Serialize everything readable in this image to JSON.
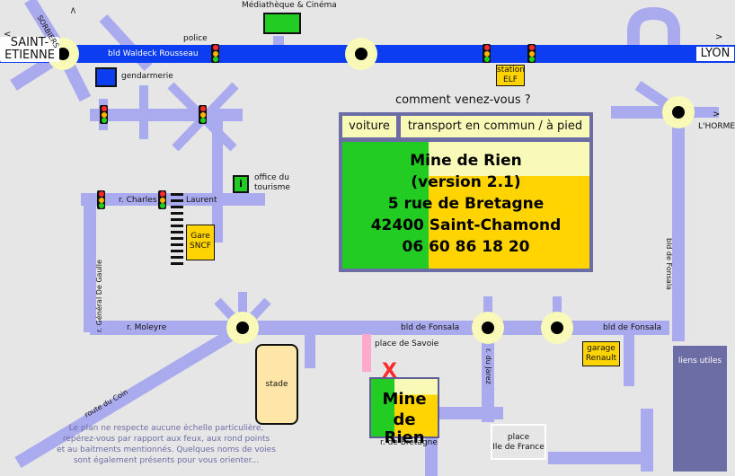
{
  "labels": {
    "saint_etienne": "SAINT-\nETIENNE",
    "saint": "SAINT-",
    "etienne": "ETIENNE",
    "lyon": "LYON",
    "sorbiers": "SORBIERS",
    "horme": "L'HORME",
    "arrow": ">",
    "mediatheque": "Médiathèque & Cinéma",
    "police": "police",
    "bld_waldeck": "bld Waldeck Rousseau",
    "gendarmerie": "gendarmerie",
    "station_1": "station",
    "station_2": "ELF",
    "office_1": "office du",
    "office_2": "tourisme",
    "info": "i",
    "r_charles": "r. Charles",
    "laurent": "Laurent",
    "gare_1": "Gare",
    "gare_2": "SNCF",
    "r_general": "r. Général De Gaulle",
    "r_moleyre": "r. Moleyre",
    "bld_fonsala_1": "bld de Fonsala",
    "bld_fonsala_2": "bld de Fonsala",
    "bld_fonsala_v": "bld de Fonsala",
    "place_savoie": "place de Savoie",
    "r_jarez": "r. du Jarez",
    "garage_1": "garage",
    "garage_2": "Renault",
    "stade": "stade",
    "route_coin": "route du Coin",
    "r_bretagne": "r. de Bretagne",
    "place_idf_1": "place",
    "place_idf_2": "Ile de France",
    "liens": "liens utiles",
    "mark": "X"
  },
  "question": "comment venez-vous ?",
  "tabs": [
    "voiture",
    "transport en commun / à pied"
  ],
  "card": {
    "line1": "Mine de Rien",
    "line2": "(version 2.1)",
    "line3": "5 rue de Bretagne",
    "line4": "42400 Saint-Chamond",
    "line5": "06 60 86 18 20"
  },
  "mini": {
    "line1": "Mine",
    "line2": "de Rien"
  },
  "note": {
    "line1": "Le plan ne respecte aucune échelle particulière,",
    "line2": "repérez-vous par rapport aux feux, aux rond points",
    "line3": "et au baitments mentionnés. Quelques noms de voies",
    "line4": "sont également présents pour vous orienter..."
  },
  "colors": {
    "background": "#e6e6e6",
    "road": "#aaaaee",
    "highway": "#0d3df0",
    "roundabout": "#fafab8",
    "highlight": "#ffd400",
    "green": "#22cc22",
    "panel": "#6d6da6"
  }
}
